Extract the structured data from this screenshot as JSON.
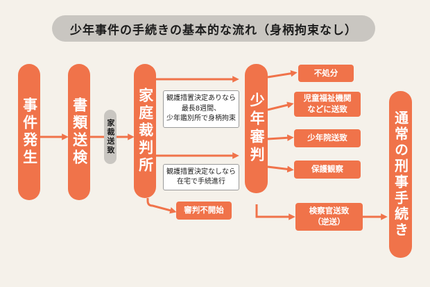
{
  "title": "少年事件の手続きの基本的な流れ（身柄拘束なし）",
  "nodes": {
    "jiken": "事件発生",
    "shorui": "書類送検",
    "kasai_soutchi": "家裁送致",
    "katei": "家庭裁判所",
    "shonen": "少年審判",
    "tsujo": "通常の刑事手続き"
  },
  "outcomes": {
    "fushobun": "不処分",
    "jido": [
      "児童福祉機関",
      "などに送致"
    ],
    "shonenin": "少年院送致",
    "hogo": "保護観察",
    "kensatsu": [
      "検察官送致",
      "（逆送）"
    ],
    "shinpan_fukaishi": "審判不開始"
  },
  "notes": {
    "kango_ari": [
      "観護措置決定ありなら",
      "最長8週間、",
      "少年鑑別所で身柄拘束"
    ],
    "kango_nashi": [
      "観護措置決定なしなら",
      "在宅で手続進行"
    ]
  },
  "colors": {
    "accent": "#f0734a",
    "background": "#f5f1ea",
    "title_pill": "#c9c6c1"
  }
}
